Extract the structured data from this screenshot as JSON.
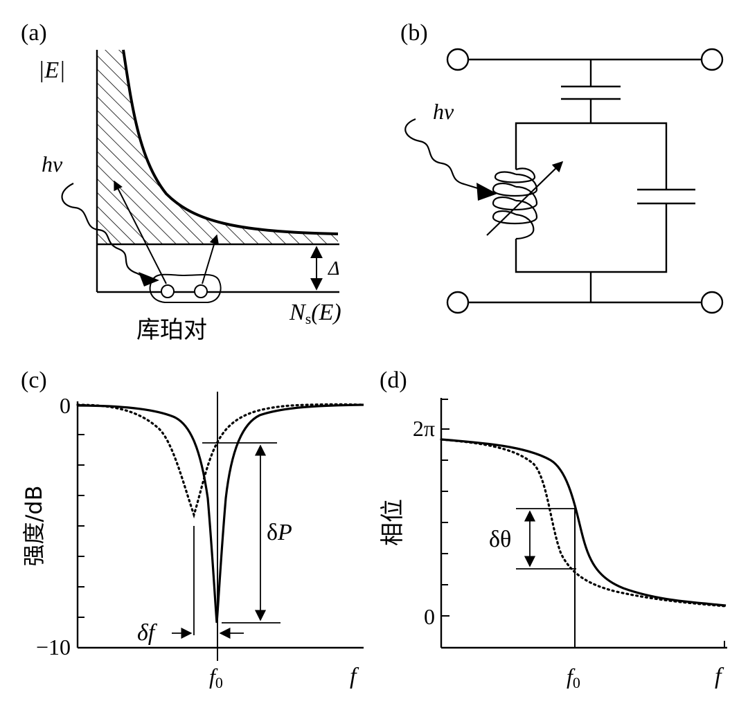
{
  "panels": {
    "a": {
      "tag": "(a)",
      "y_label": "|E|",
      "photon_label": "hv",
      "gap_label": "Δ",
      "x_label_main": "N",
      "x_label_sub": "s",
      "x_label_tail": "(E)",
      "pair_label": "库珀对"
    },
    "b": {
      "tag": "(b)",
      "photon_label": "hv"
    },
    "c": {
      "tag": "(c)",
      "y_label": "强度/dB",
      "y_top": "0",
      "y_bottom": "−10",
      "x_center": "f",
      "x_center_sub": "0",
      "x_end": "f",
      "delta_p": "δP",
      "delta_f": "δf"
    },
    "d": {
      "tag": "(d)",
      "y_label": "相位",
      "y_top": "2π",
      "y_bottom": "0",
      "x_center": "f",
      "x_center_sub": "0",
      "x_end": "f",
      "delta_theta": "δθ"
    }
  }
}
